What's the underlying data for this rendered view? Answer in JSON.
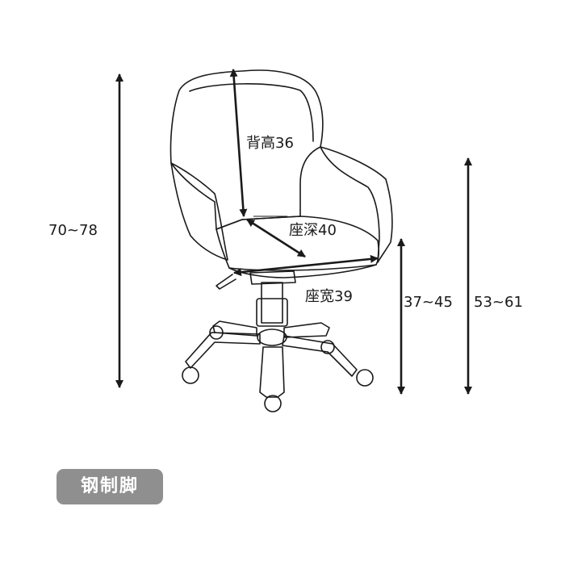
{
  "dimensions": {
    "back_height": "背高36",
    "seat_depth": "座深40",
    "seat_width": "座宽39",
    "overall_height": "70~78",
    "seat_height": "37~45",
    "armrest_height": "53~61"
  },
  "material_badge": "钢制脚",
  "colors": {
    "line": "#1a1a1a",
    "badge_background": "#8f8f8f",
    "badge_text": "#ffffff"
  }
}
